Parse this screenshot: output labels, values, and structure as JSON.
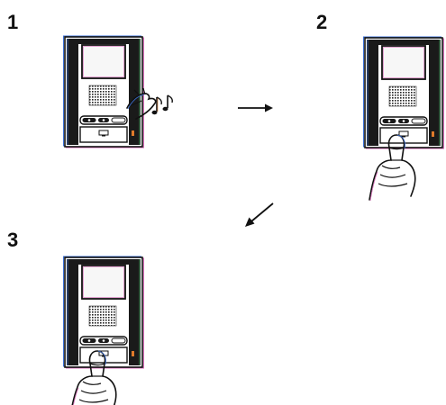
{
  "steps": [
    {
      "number": "1",
      "action": "ring"
    },
    {
      "number": "2",
      "action": "press-talk"
    },
    {
      "number": "3",
      "action": "press-talk"
    }
  ],
  "colors": {
    "ink": "#111111",
    "panel": "#1a1a1a",
    "screen": "#f7f7f7",
    "fringe_blue": "#3a6fd8",
    "fringe_pink": "#d86ab8",
    "fringe_green": "#4fae6a",
    "fringe_orange": "#e07a2a"
  },
  "icons": [
    "intercom-monitor-icon",
    "speaker-grille-icon",
    "hand-icon",
    "music-note-icon",
    "arrow-right-icon",
    "arrow-down-left-icon"
  ]
}
